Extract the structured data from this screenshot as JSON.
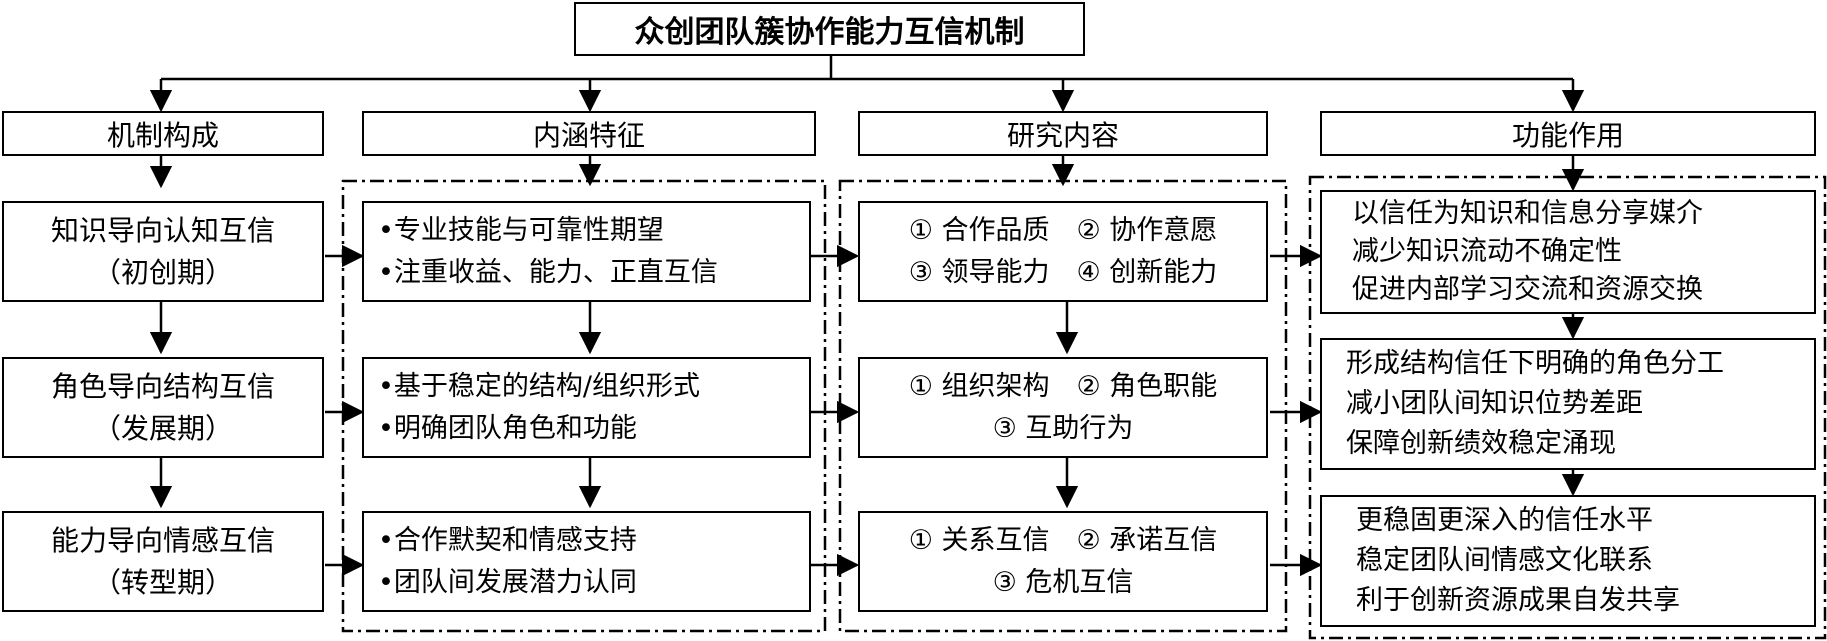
{
  "title": "众创团队簇协作能力互信机制",
  "headers": [
    "机制构成",
    "内涵特征",
    "研究内容",
    "功能作用"
  ],
  "mechanism": [
    {
      "name": "知识导向认知互信",
      "stage": "（初创期）"
    },
    {
      "name": "角色导向结构互信",
      "stage": "（发展期）"
    },
    {
      "name": "能力导向情感互信",
      "stage": "（转型期）"
    }
  ],
  "features": [
    [
      "•专业技能与可靠性期望",
      "•注重收益、能力、正直互信"
    ],
    [
      "•基于稳定的结构/组织形式",
      "•明确团队角色和功能"
    ],
    [
      "•合作默契和情感支持",
      "•团队间发展潜力认同"
    ]
  ],
  "research": [
    [
      "① 合作品质　② 协作意愿",
      "③ 领导能力　④ 创新能力"
    ],
    [
      "① 组织架构　② 角色职能",
      "③ 互助行为"
    ],
    [
      "① 关系互信　② 承诺互信",
      "③ 危机互信"
    ]
  ],
  "functions": [
    [
      "以信任为知识和信息分享媒介",
      "减少知识流动不确定性",
      "促进内部学习交流和资源交换"
    ],
    [
      "形成结构信任下明确的角色分工",
      "减小团队间知识位势差距",
      "保障创新绩效稳定涌现"
    ],
    [
      "更稳固更深入的信任水平",
      "稳定团队间情感文化联系",
      "利于创新资源成果自发共享"
    ]
  ]
}
